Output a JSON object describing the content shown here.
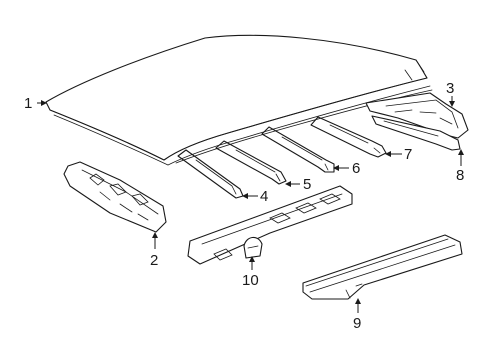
{
  "diagram": {
    "type": "exploded-parts-diagram",
    "line_color": "#1a1a1a",
    "background": "#ffffff",
    "callouts": [
      {
        "id": "c1",
        "label": "1"
      },
      {
        "id": "c2",
        "label": "2"
      },
      {
        "id": "c3",
        "label": "3"
      },
      {
        "id": "c4",
        "label": "4"
      },
      {
        "id": "c5",
        "label": "5"
      },
      {
        "id": "c6",
        "label": "6"
      },
      {
        "id": "c7",
        "label": "7"
      },
      {
        "id": "c8",
        "label": "8"
      },
      {
        "id": "c9",
        "label": "9"
      },
      {
        "id": "c10",
        "label": "10"
      }
    ]
  }
}
